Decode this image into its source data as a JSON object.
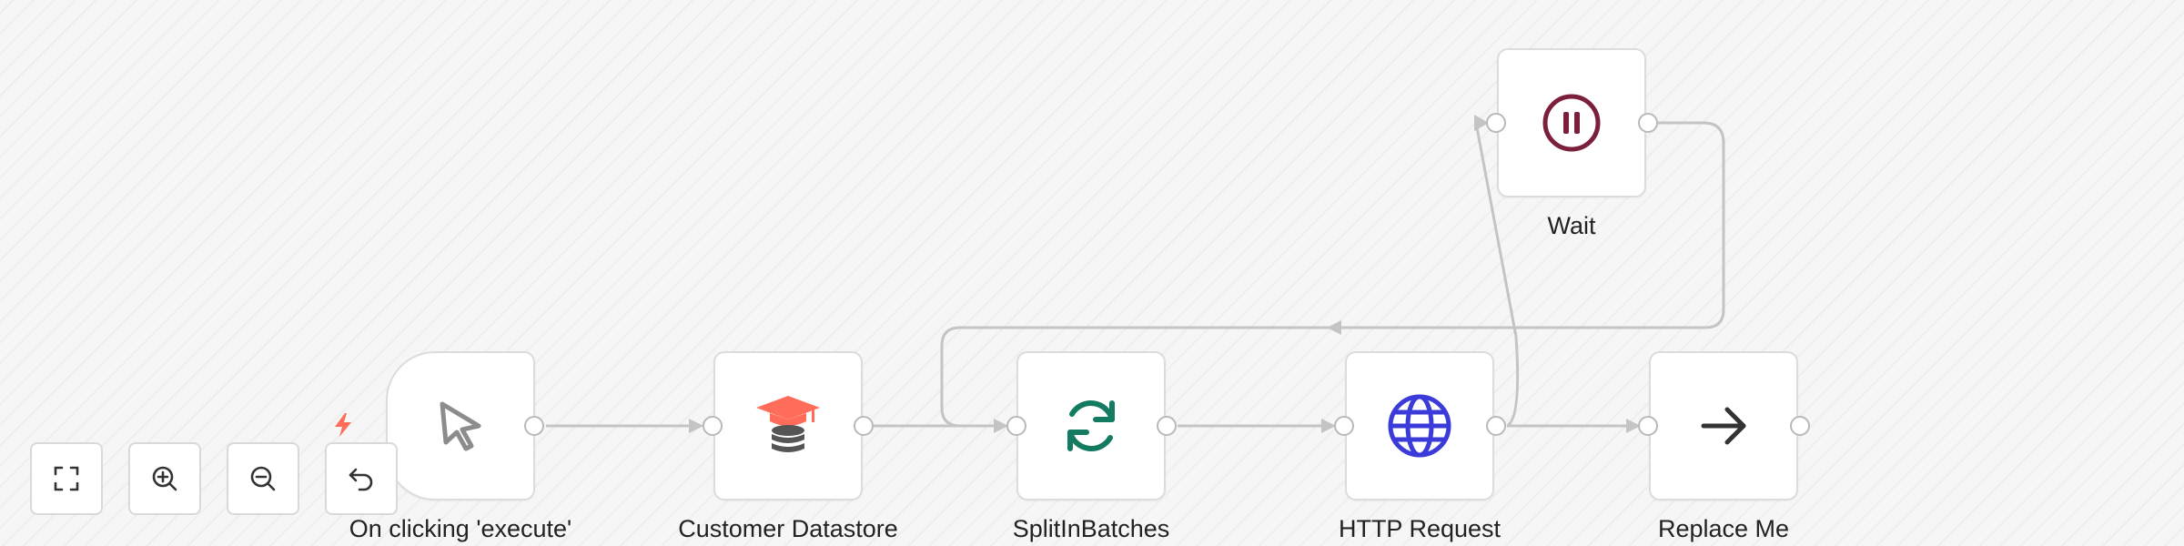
{
  "nodes": {
    "trigger": {
      "label": "On clicking 'execute'",
      "icon": "cursor-icon",
      "color": "#8c8c8c"
    },
    "customer_datastore": {
      "label": "Customer Datastore",
      "icon": "graduation-cap-database-icon",
      "color": "#ff6d5a"
    },
    "split_in_batches": {
      "label": "SplitInBatches",
      "icon": "refresh-icon",
      "color": "#137b62"
    },
    "http_request": {
      "label": "HTTP Request",
      "icon": "globe-icon",
      "color": "#3b3bd9"
    },
    "replace_me": {
      "label": "Replace Me",
      "icon": "arrow-right-icon",
      "color": "#333333"
    },
    "wait": {
      "label": "Wait",
      "icon": "pause-icon",
      "color": "#7b1f3a"
    }
  },
  "trigger_badge": {
    "icon": "lightning-icon",
    "color": "#ff6d5a"
  },
  "controls": [
    {
      "name": "fit-view-button",
      "icon": "fullscreen-icon"
    },
    {
      "name": "zoom-in-button",
      "icon": "zoom-in-icon"
    },
    {
      "name": "zoom-out-button",
      "icon": "zoom-out-icon"
    },
    {
      "name": "reset-zoom-button",
      "icon": "undo-icon"
    }
  ],
  "connection_color": "#c4c4c4"
}
